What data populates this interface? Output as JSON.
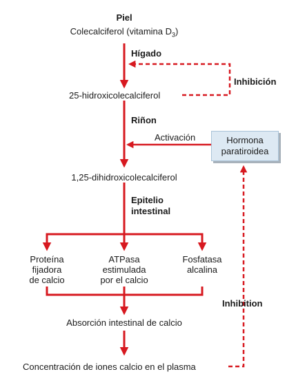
{
  "top": {
    "organ": "Piel",
    "compound_prefix": "Colecalciferol (vitamina D",
    "compound_subscript": "3",
    "compound_suffix": ")"
  },
  "liver": {
    "organ": "Hígado",
    "product": "25-hidroxicolecalciferol",
    "feedback_label": "Inhibición"
  },
  "kidney": {
    "organ": "Riñon",
    "activation_label": "Activación",
    "hormone_line1": "Hormona",
    "hormone_line2": "paratiroidea",
    "product": "1,25-dihidroxicolecalciferol"
  },
  "intestine": {
    "organ_line1": "Epitelio",
    "organ_line2": "intestinal",
    "proteins": [
      {
        "lines": [
          "Proteína",
          "fijadora",
          "de calcio"
        ]
      },
      {
        "lines": [
          "ATPasa",
          "estimulada",
          "por el calcio"
        ]
      },
      {
        "lines": [
          "Fosfatasa",
          "alcalina"
        ]
      }
    ]
  },
  "absorption": "Absorción intestinal de calcio",
  "plasma": "Concentración de iones calcio en el plasma",
  "feedback_label_2": "Inhibition",
  "colors": {
    "arrow": "#d71920",
    "box_fill": "#dde9f3",
    "box_shadow": "#a8b2bb",
    "text": "#1a1a1a"
  }
}
